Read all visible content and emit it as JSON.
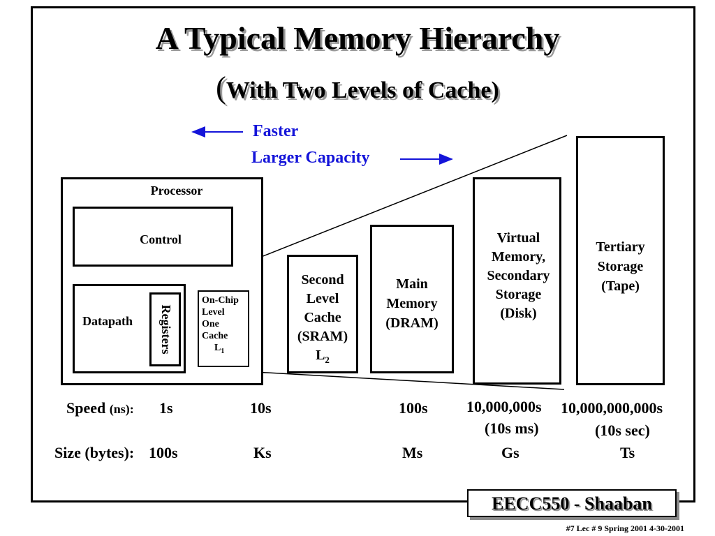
{
  "title": "A Typical Memory Hierarchy",
  "subtitle": {
    "open": "(",
    "text": "With Two Levels of Cache",
    "close": ")"
  },
  "arrows": {
    "faster": "Faster",
    "larger": "Larger Capacity"
  },
  "processor": {
    "label": "Processor",
    "control": "Control",
    "datapath": "Datapath",
    "registers": "Registers"
  },
  "l1_cache": {
    "lines": [
      "On-Chip",
      "Level",
      "One",
      "Cache"
    ],
    "level": "L",
    "level_sub": "1"
  },
  "l2_cache": {
    "lines": [
      "Second",
      "Level",
      "Cache",
      "(SRAM)"
    ],
    "level": "L",
    "level_sub": "2"
  },
  "main_memory": {
    "lines": [
      "Main",
      "Memory",
      "(DRAM)"
    ]
  },
  "virtual_memory": {
    "lines": [
      "Virtual",
      "Memory,",
      "Secondary",
      "Storage",
      "(Disk)"
    ]
  },
  "tertiary": {
    "lines": [
      "Tertiary",
      "Storage",
      "(Tape)"
    ]
  },
  "speed": {
    "label": "Speed",
    "unit": "(ns):",
    "values": [
      "1s",
      "10s",
      "100s",
      "10,000,000s",
      "10,000,000,000s"
    ],
    "notes": [
      "(10s ms)",
      "(10s sec)"
    ]
  },
  "size": {
    "label": "Size (bytes):",
    "values": [
      "100s",
      "Ks",
      "Ms",
      "Gs",
      "Ts"
    ]
  },
  "footer": {
    "badge": "EECC550 - Shaaban",
    "info": "#7   Lec # 9   Spring 2001   4-30-2001"
  }
}
